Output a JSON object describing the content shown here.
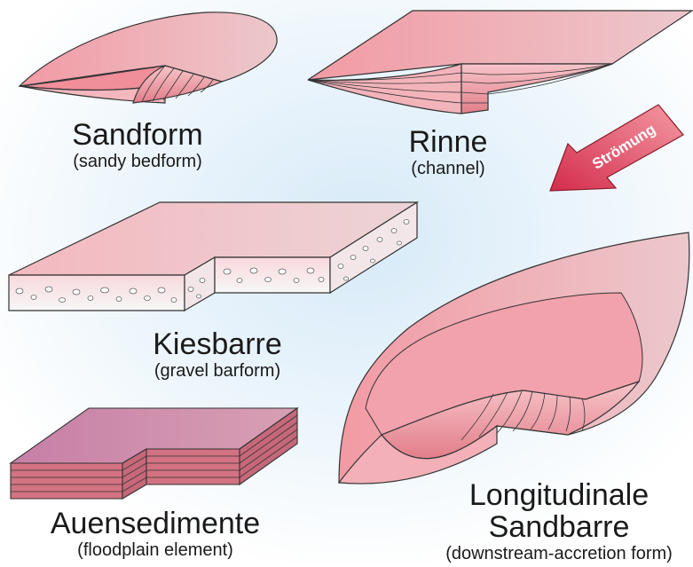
{
  "elements": {
    "sandform": {
      "name": "Sandform",
      "subtitle": "(sandy bedform)"
    },
    "rinne": {
      "name": "Rinne",
      "subtitle": "(channel)"
    },
    "kiesbarre": {
      "name": "Kiesbarre",
      "subtitle": "(gravel barform)"
    },
    "auensedimente": {
      "name": "Auensedimente",
      "subtitle": "(floodplain element)"
    },
    "sandbarre": {
      "name_line1": "Longitudinale",
      "name_line2": "Sandbarre",
      "subtitle": "(downstream-accretion form)"
    }
  },
  "flow_arrow": {
    "label": "Strömung",
    "color": "#d8344f"
  },
  "colors": {
    "sand": "#f2b0b8",
    "gravel_front": "#f4f4f4",
    "floodplain_top": "#c98aa8",
    "floodplain_layers": "#d86a78"
  }
}
